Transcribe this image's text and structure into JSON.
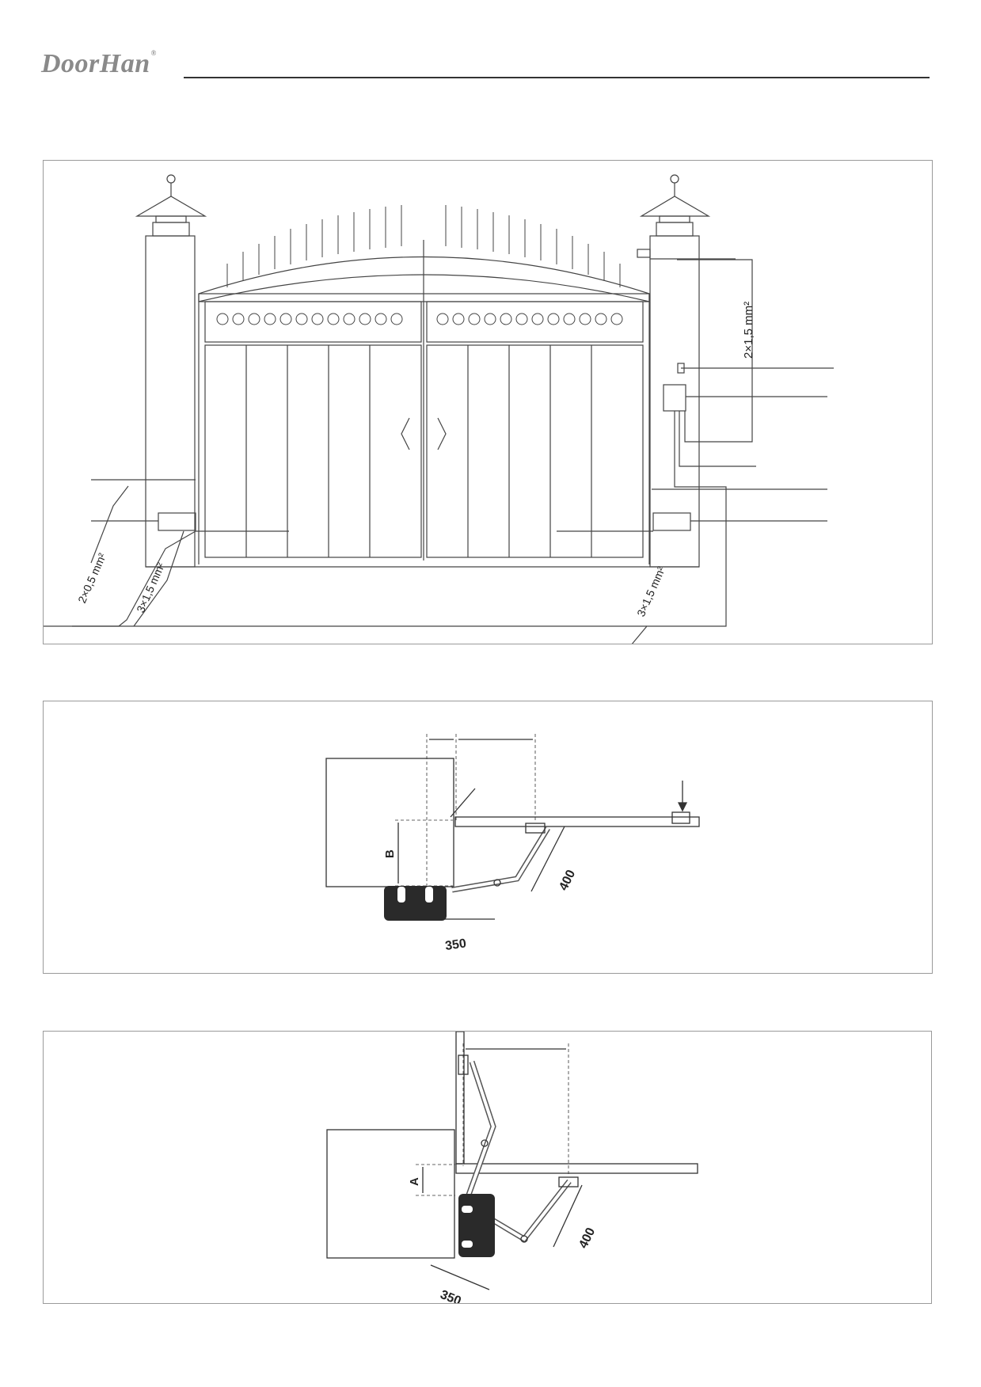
{
  "header": {
    "brand": "DoorHan",
    "registered_mark": "®"
  },
  "wiring_diagram": {
    "cable_top_right": "2×1,5 mm²",
    "cable_left_low": "2×0,5 mm²",
    "cable_left_motor": "3×1,5 mm²",
    "cable_right_motor": "3×1,5 mm²"
  },
  "mount_closed": {
    "dim_arm": "400",
    "dim_base": "350",
    "dim_offset": "B"
  },
  "mount_open": {
    "dim_arm": "400",
    "dim_base": "350",
    "dim_offset": "A"
  }
}
